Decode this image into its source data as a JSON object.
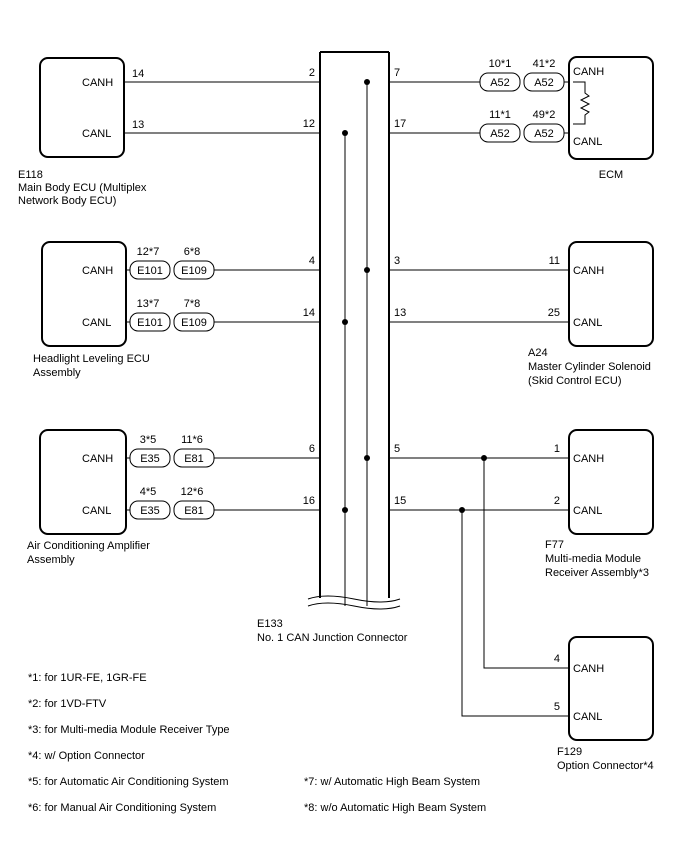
{
  "pins": {
    "canh": "CANH",
    "canl": "CANL"
  },
  "junction": {
    "code": "E133",
    "name": "No. 1 CAN Junction Connector",
    "pins": [
      {
        "left": "2",
        "right": "7"
      },
      {
        "left": "12",
        "right": "17"
      },
      {
        "left": "4",
        "right": "3"
      },
      {
        "left": "14",
        "right": "13"
      },
      {
        "left": "6",
        "right": "5"
      },
      {
        "left": "16",
        "right": "15"
      }
    ]
  },
  "main_body_ecu": {
    "code": "E118",
    "name_line1": "Main Body ECU (Multiplex",
    "name_line2": "Network Body ECU)",
    "canh_pin": "14",
    "canl_pin": "13"
  },
  "ecm": {
    "name": "ECM",
    "canh_conn_a": {
      "pin": "10*1",
      "label": "A52"
    },
    "canh_conn_b": {
      "pin": "41*2",
      "label": "A52"
    },
    "canl_conn_a": {
      "pin": "11*1",
      "label": "A52"
    },
    "canl_conn_b": {
      "pin": "49*2",
      "label": "A52"
    }
  },
  "headlight_ecu": {
    "name_line1": "Headlight Leveling ECU",
    "name_line2": "Assembly",
    "canh_conn_a": {
      "pin": "12*7",
      "label": "E101"
    },
    "canh_conn_b": {
      "pin": "6*8",
      "label": "E109"
    },
    "canl_conn_a": {
      "pin": "13*7",
      "label": "E101"
    },
    "canl_conn_b": {
      "pin": "7*8",
      "label": "E109"
    }
  },
  "master_cylinder": {
    "code": "A24",
    "name_line1": "Master Cylinder Solenoid",
    "name_line2": "(Skid Control ECU)",
    "canh_pin": "11",
    "canl_pin": "25"
  },
  "ac_amplifier": {
    "name_line1": "Air Conditioning Amplifier",
    "name_line2": "Assembly",
    "canh_conn_a": {
      "pin": "3*5",
      "label": "E35"
    },
    "canh_conn_b": {
      "pin": "11*6",
      "label": "E81"
    },
    "canl_conn_a": {
      "pin": "4*5",
      "label": "E35"
    },
    "canl_conn_b": {
      "pin": "12*6",
      "label": "E81"
    }
  },
  "multimedia": {
    "code": "F77",
    "name_line1": "Multi-media Module",
    "name_line2": "Receiver Assembly*3",
    "canh_pin": "1",
    "canl_pin": "2"
  },
  "option_connector": {
    "code": "F129",
    "name": "Option Connector*4",
    "canh_pin": "4",
    "canl_pin": "5"
  },
  "notes": [
    "*1: for 1UR-FE, 1GR-FE",
    "*2: for 1VD-FTV",
    "*3: for Multi-media Module Receiver Type",
    "*4: w/ Option Connector",
    "*5: for Automatic Air Conditioning System",
    "*6: for Manual Air Conditioning System",
    "*7: w/ Automatic High Beam System",
    "*8: w/o Automatic High Beam System"
  ]
}
